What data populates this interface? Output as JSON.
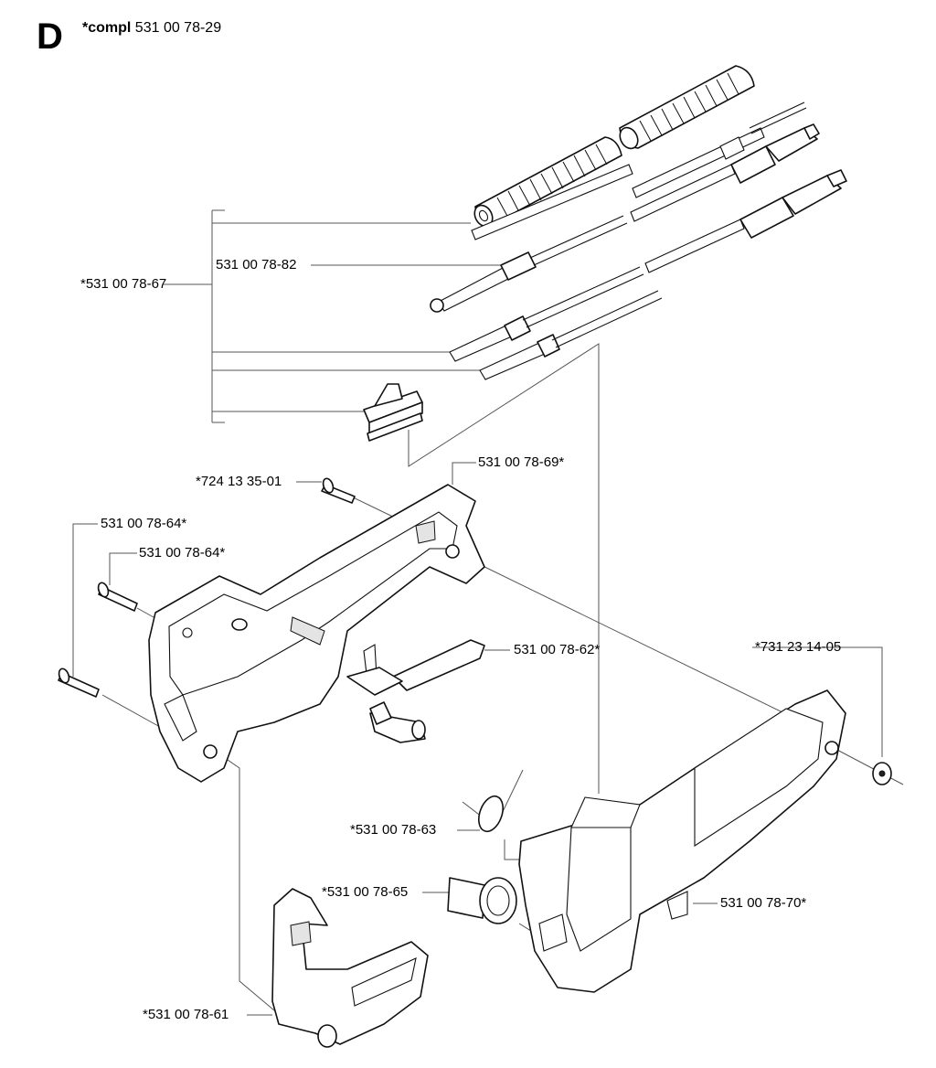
{
  "header": {
    "section_letter": "D",
    "compl_prefix": "*compl",
    "compl_number": "531 00 78-29"
  },
  "labels": {
    "p67": "*531 00 78-67",
    "p82": "531 00 78-82",
    "p69": "531 00 78-69*",
    "p724": "*724 13 35-01",
    "p64a": "531 00 78-64*",
    "p64b": "531 00 78-64*",
    "p62": "531 00 78-62*",
    "p731": "*731 23 14-05",
    "p63": "*531 00 78-63",
    "p65": "*531 00 78-65",
    "p70": "531 00 78-70*",
    "p61": "*531 00 78-61"
  }
}
